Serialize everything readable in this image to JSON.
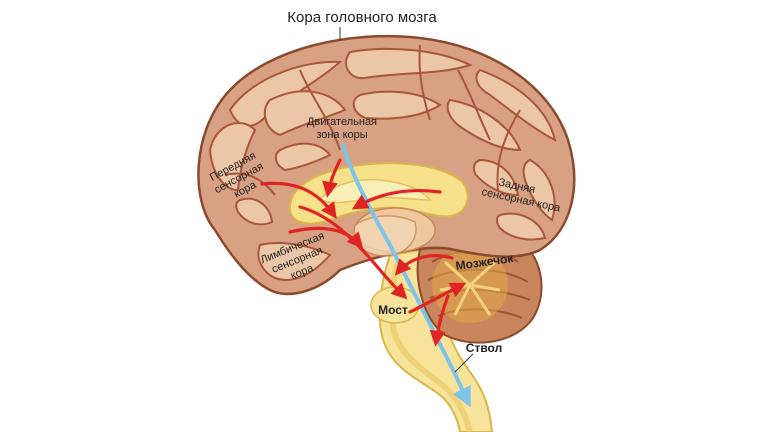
{
  "labels": {
    "cortex": "Кора головного мозга",
    "motor_line1": "Двигательная",
    "motor_line2": "зона коры",
    "anterior_line1": "Передняя",
    "anterior_line2": "сенсорная",
    "anterior_line3": "кора",
    "posterior_line1": "Задняя",
    "posterior_line2": "сенсорная кора",
    "limbic_line1": "Лимбическая",
    "limbic_line2": "сенсорная",
    "limbic_line3": "кора",
    "cerebellum": "Мозжечок",
    "pons": "Мост",
    "brainstem": "Ствол"
  },
  "colors": {
    "cortex_fill": "#d9a184",
    "gyri_fill": "#ebc6a7",
    "sulci_stroke": "#a9563a",
    "limbic_fill": "#f6e08a",
    "brainstem_fill": "#f7e49a",
    "cerebellum_fill": "#c9855c",
    "arrow_red": "#e02424",
    "arrow_blue": "#7ec3e8"
  }
}
